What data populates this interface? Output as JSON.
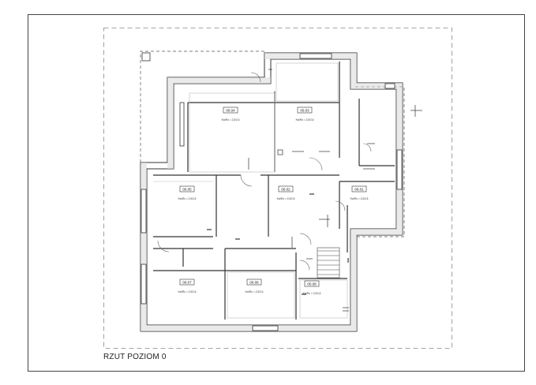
{
  "drawing": {
    "title": "RZUT POZIOM 0",
    "rooms": [
      {
        "id": "room-0-04",
        "number": "00.04",
        "area": "Kw/Ro = 2,5/2,6"
      },
      {
        "id": "room-0-03",
        "number": "00.03",
        "area": "Kw/Ro = 2,5/2,6"
      },
      {
        "id": "room-0-05",
        "number": "00.05",
        "area": "Kw/Ro = 2,5/2,6"
      },
      {
        "id": "room-0-02",
        "number": "00.02",
        "area": "Kw/Ro = 2,5/2,6"
      },
      {
        "id": "room-0-01",
        "number": "00.01",
        "area": "Kw/Ro = 2,5/2,6"
      },
      {
        "id": "room-0-07",
        "number": "00.07",
        "area": "Kw/Ro = 2,5/2,6"
      },
      {
        "id": "room-0-06",
        "number": "00.06",
        "area": "Kw/Ro = 2,5/2,6"
      },
      {
        "id": "room-0-08",
        "number": "00.08",
        "area": "Kw/Ro = 2,5/2,6"
      }
    ]
  }
}
